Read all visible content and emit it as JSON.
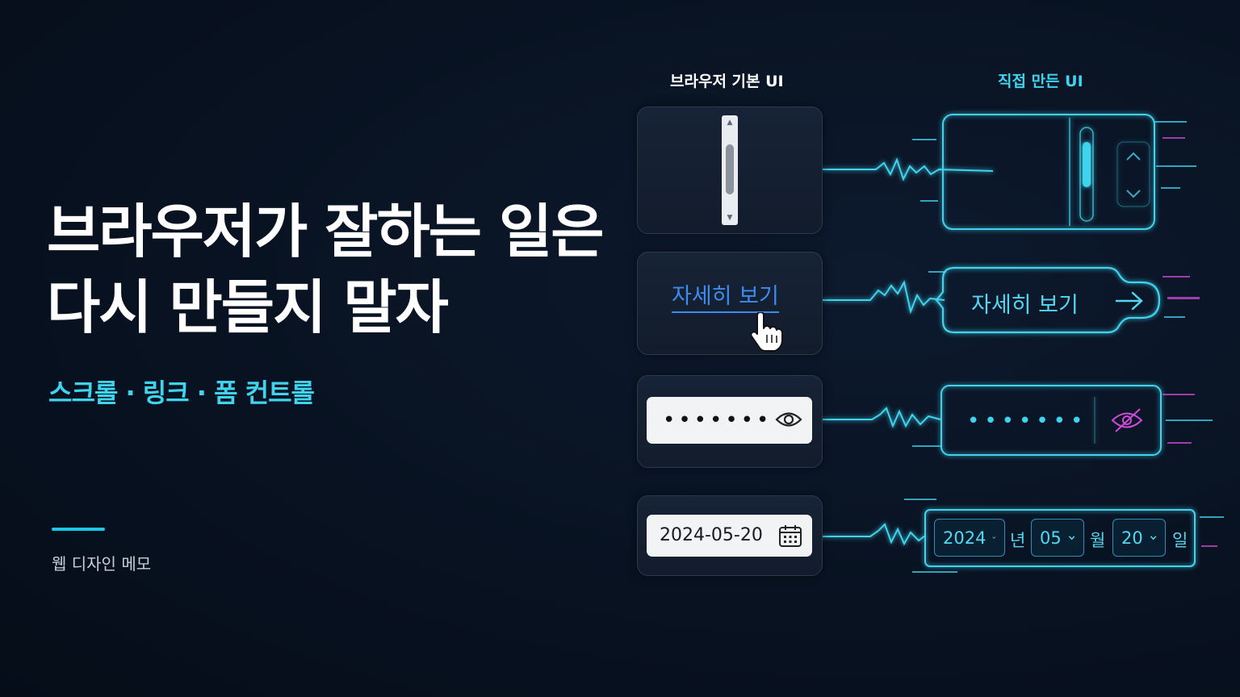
{
  "headline": {
    "line1": "브라우저가 잘하는 일은",
    "line2": "다시 만들지 말자"
  },
  "subtitle": "스크롤 · 링크 · 폼 컨트롤",
  "footer": {
    "label": "웹 디자인 메모"
  },
  "columns": {
    "native_title": "브라우저 기본 UI",
    "custom_title": "직접 만든 UI"
  },
  "native": {
    "link_text": "자세히 보기",
    "password_mask": "•••••••",
    "date_value": "2024-05-20"
  },
  "custom": {
    "link_text": "자세히 보기",
    "password_mask": "•••••••",
    "year": "2024",
    "year_unit": "년",
    "month": "05",
    "month_unit": "월",
    "day": "20",
    "day_unit": "일"
  },
  "colors": {
    "accent": "#3fd3ee",
    "native_link": "#3d8bf0",
    "glitch_magenta": "#d04ad8",
    "background": "#081221"
  },
  "icons": [
    "eye-icon",
    "eye-off-icon",
    "calendar-icon",
    "pointer-cursor-icon",
    "arrow-right-icon",
    "chevron-up-icon",
    "chevron-down-icon"
  ]
}
